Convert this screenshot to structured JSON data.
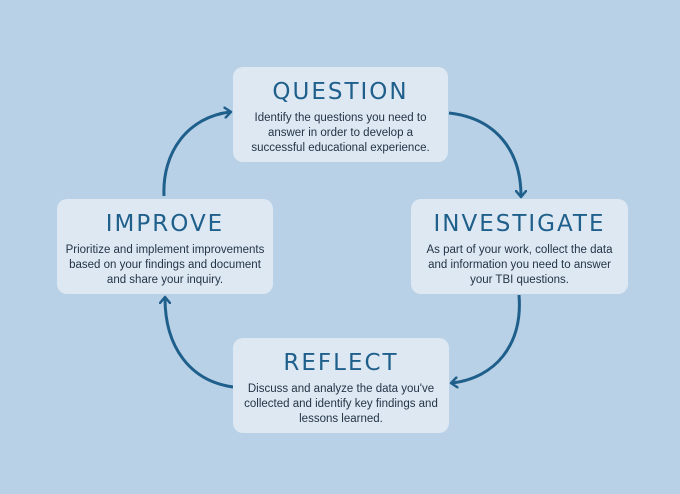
{
  "steps": {
    "question": {
      "title": "QUESTION",
      "text": "Identify the questions you need to answer in order to develop a successful educational experience."
    },
    "investigate": {
      "title": "INVESTIGATE",
      "text": "As part of your work, collect the data and information you need to answer your TBI questions."
    },
    "reflect": {
      "title": "REFLECT",
      "text": "Discuss and analyze the data you've collected and identify key findings and lessons learned."
    },
    "improve": {
      "title": "IMPROVE",
      "text": "Prioritize and implement improvements based on your findings and document and share your inquiry."
    }
  },
  "colors": {
    "background": "#b9d1e6",
    "card": "#dde8f2",
    "title": "#1f5f8b",
    "arrow": "#1f5f8b",
    "text": "#243447"
  }
}
